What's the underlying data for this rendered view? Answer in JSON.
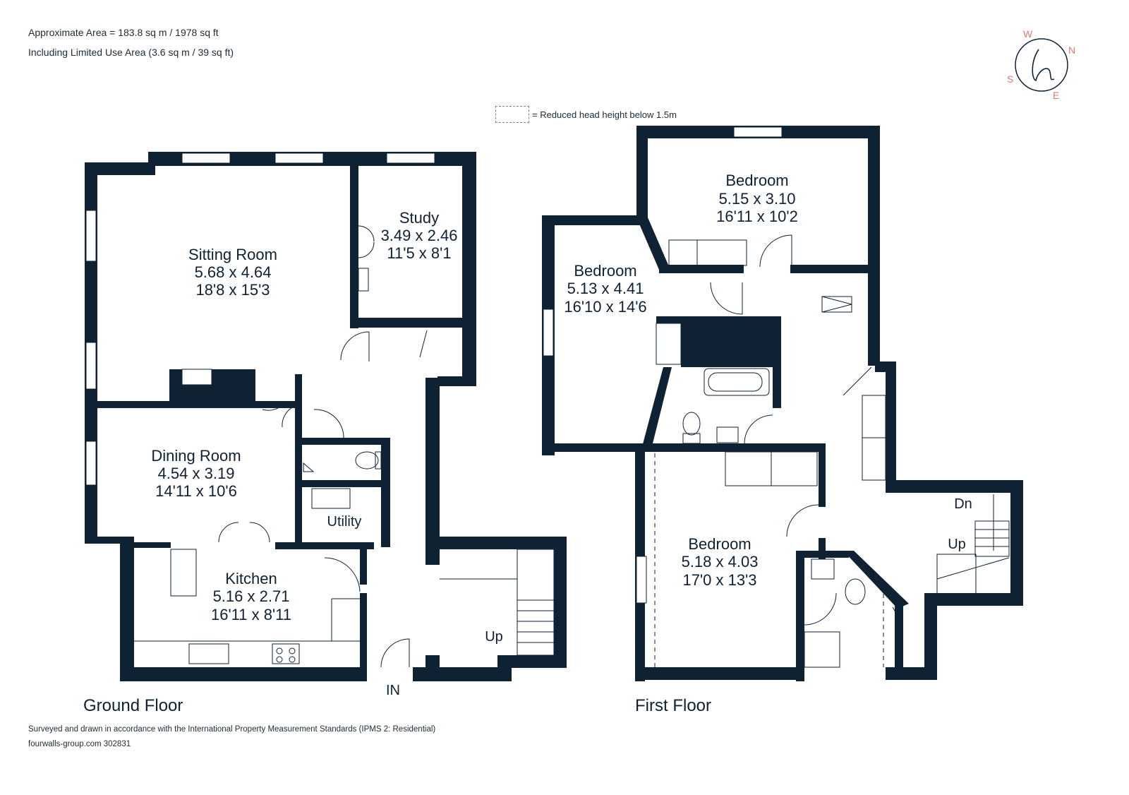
{
  "header": {
    "area_total": "Approximate Area = 183.8 sq m / 1978 sq ft",
    "area_limited": "Including Limited Use Area (3.6 sq m / 39 sq ft)"
  },
  "legend": {
    "reduced_head_height": "= Reduced head height below 1.5m"
  },
  "compass": {
    "w": "W",
    "n": "N",
    "s": "S",
    "e": "E"
  },
  "ground_floor": {
    "label": "Ground Floor",
    "rooms": {
      "sitting_room": {
        "name": "Sitting Room",
        "metric": "5.68 x 4.64",
        "imperial": "18'8 x 15'3"
      },
      "study": {
        "name": "Study",
        "metric": "3.49 x 2.46",
        "imperial": "11'5 x 8'1"
      },
      "dining_room": {
        "name": "Dining Room",
        "metric": "4.54 x 3.19",
        "imperial": "14'11 x 10'6"
      },
      "utility": {
        "name": "Utility"
      },
      "kitchen": {
        "name": "Kitchen",
        "metric": "5.16 x 2.71",
        "imperial": "16'11 x 8'11"
      }
    },
    "stairs_up": "Up",
    "entrance": "IN"
  },
  "first_floor": {
    "label": "First Floor",
    "rooms": {
      "bedroom_1": {
        "name": "Bedroom",
        "metric": "5.15 x 3.10",
        "imperial": "16'11 x 10'2"
      },
      "bedroom_2": {
        "name": "Bedroom",
        "metric": "5.13 x 4.41",
        "imperial": "16'10 x 14'6"
      },
      "bedroom_3": {
        "name": "Bedroom",
        "metric": "5.18 x 4.03",
        "imperial": "17'0 x 13'3"
      }
    },
    "stairs_dn": "Dn",
    "stairs_up": "Up"
  },
  "footer": {
    "standards": "Surveyed and drawn in accordance with the International Property Measurement Standards (IPMS 2: Residential)",
    "ref": "fourwalls-group.com 302831"
  },
  "colors": {
    "wall": "#0f2233",
    "compass": "#e07a6e",
    "text": "#0f2233"
  }
}
